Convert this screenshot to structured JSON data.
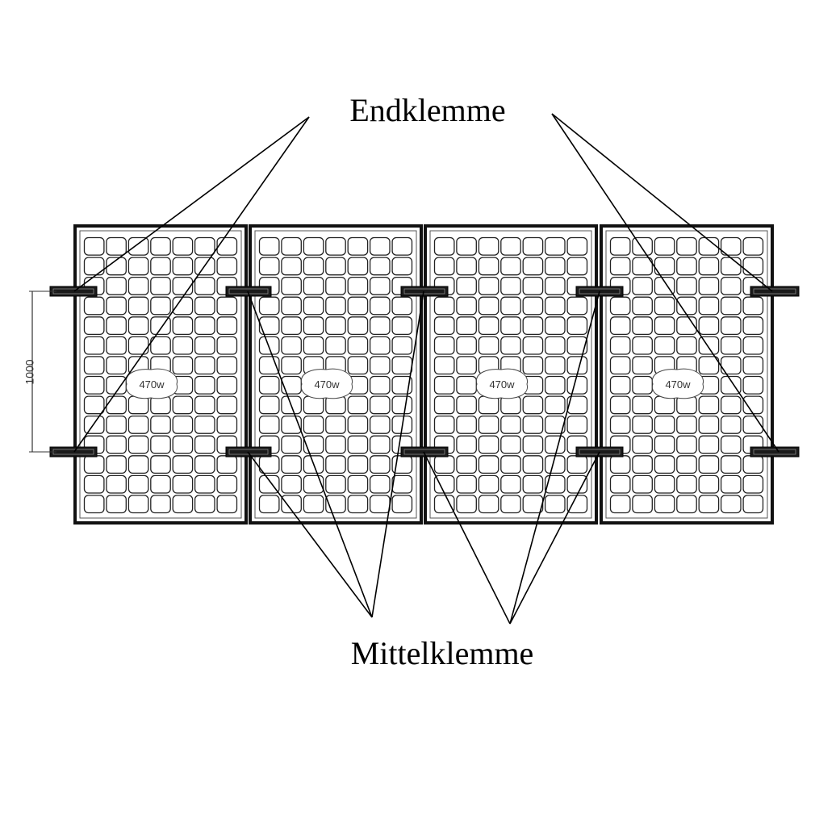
{
  "labels": {
    "end_clamp": "Endklemme",
    "mid_clamp": "Mittelklemme"
  },
  "dimension": {
    "value": "1000"
  },
  "panels": [
    {
      "wattage": "470w"
    },
    {
      "wattage": "470w"
    },
    {
      "wattage": "470w"
    },
    {
      "wattage": "470w"
    }
  ],
  "panel_grid": {
    "columns": 7,
    "rows": 14
  }
}
